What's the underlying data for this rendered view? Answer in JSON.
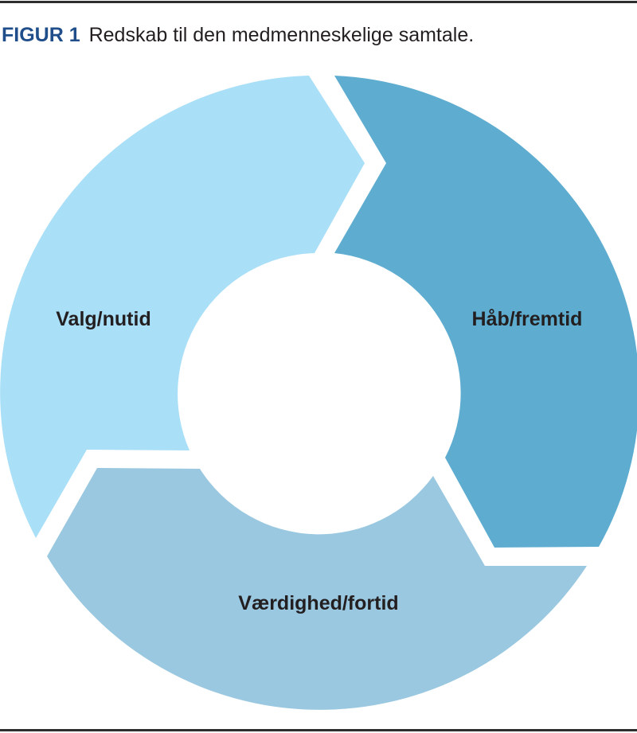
{
  "caption": {
    "figure_label": "FIGUR 1",
    "title": "Redskab til den medmenneskelige samtale."
  },
  "cycle": {
    "segments": [
      {
        "label": "Valg/nutid",
        "color": "#aadff8"
      },
      {
        "label": "Håb/fremtid",
        "color": "#5eadd0"
      },
      {
        "label": "Værdighed/fortid",
        "color": "#9ac8e0"
      }
    ]
  }
}
